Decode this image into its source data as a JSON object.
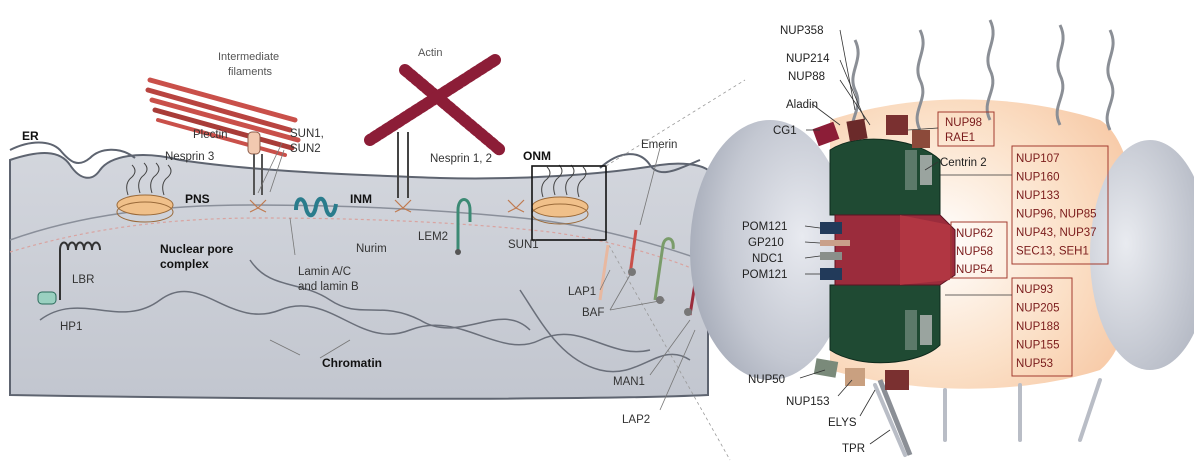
{
  "left_panel": {
    "labels": {
      "intermediate_filaments_1": "Intermediate",
      "intermediate_filaments_2": "filaments",
      "actin": "Actin",
      "er": "ER",
      "plectin": "Plectin",
      "nesprin3": "Nesprin 3",
      "sun1_sun2_1": "SUN1,",
      "sun1_sun2_2": "SUN2",
      "nesprin12": "Nesprin 1, 2",
      "onm": "ONM",
      "emerin": "Emerin",
      "pns": "PNS",
      "inm": "INM",
      "nuclear_pore_1": "Nuclear pore",
      "nuclear_pore_2": "complex",
      "nurim": "Nurim",
      "lem2": "LEM2",
      "sun1": "SUN1",
      "lbr": "LBR",
      "hp1": "HP1",
      "lamin_1": "Lamin A/C",
      "lamin_2": "and lamin B",
      "lap1": "LAP1",
      "baf": "BAF",
      "chromatin": "Chromatin",
      "man1": "MAN1",
      "lap2": "LAP2"
    }
  },
  "right_panel": {
    "labels": {
      "nup358": "NUP358",
      "nup214": "NUP214",
      "nup88": "NUP88",
      "aladin": "Aladin",
      "cg1": "CG1",
      "nup98": "NUP98",
      "rae1": "RAE1",
      "centrin2": "Centrin 2",
      "pom121_a": "POM121",
      "gp210": "GP210",
      "ndc1": "NDC1",
      "pom121_b": "POM121",
      "nup62": "NUP62",
      "nup58": "NUP58",
      "nup54": "NUP54",
      "nup50": "NUP50",
      "nup153": "NUP153",
      "elys": "ELYS",
      "tpr": "TPR"
    },
    "outer_ring_list": [
      "NUP107",
      "NUP160",
      "NUP133",
      "NUP96, NUP85",
      "NUP43, NUP37",
      "SEC13, SEH1"
    ],
    "inner_ring_list": [
      "NUP93",
      "NUP205",
      "NUP188",
      "NUP155",
      "NUP53"
    ]
  },
  "colors": {
    "nucleus_fill": "#c9ccd4",
    "nucleus_outline": "#5e6470",
    "actin": "#8c1d37",
    "filament": "#c9504a",
    "pore_ring": "#f0c08a",
    "scaffold_green": "#1f4a33",
    "central_red": "#9b2c3c",
    "list_box_border": "#a33b2f",
    "halo_peach": "#f7c9a6"
  }
}
